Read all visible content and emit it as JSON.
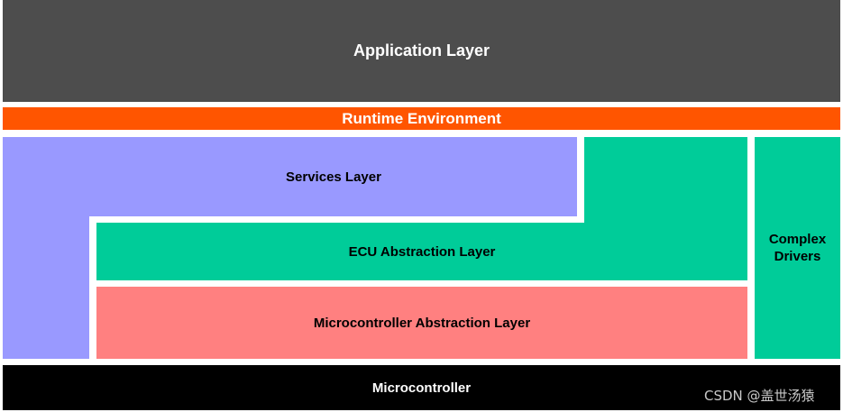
{
  "layers": {
    "application": "Application Layer",
    "rte": "Runtime Environment",
    "services": "Services Layer",
    "ecu_abstraction": "ECU Abstraction Layer",
    "microcontroller_abstraction": "Microcontroller Abstraction Layer",
    "complex_drivers_line1": "Complex",
    "complex_drivers_line2": "Drivers",
    "microcontroller": "Microcontroller"
  },
  "watermark": "CSDN @盖世汤猿",
  "colors": {
    "application": "#4d4d4d",
    "rte": "#ff5500",
    "services": "#9999ff",
    "ecu_abstraction": "#00cc99",
    "microcontroller_abstraction": "#ff8080",
    "microcontroller": "#000000"
  }
}
